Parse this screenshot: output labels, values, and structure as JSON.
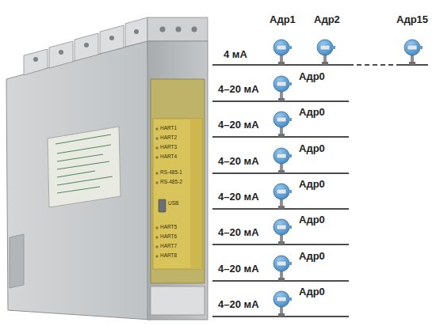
{
  "diagram": {
    "labels": [
      "Адр1",
      "Адр2",
      "Адр15",
      "4 мА",
      "4–20 мА",
      "Адр0",
      "4–20 мА",
      "Адр0",
      "4–20 мА",
      "Адр0",
      "4–20 мА",
      "Адр0",
      "4–20 мА",
      "Адр0",
      "4–20 мА",
      "Адр0",
      "4–20 мА",
      "Адр0",
      "HART1",
      "HART2",
      "HART3",
      "HART4",
      "RS-485-1",
      "RS-485-2",
      "USB",
      "HART5",
      "HART6",
      "HART7",
      "HART8"
    ]
  }
}
